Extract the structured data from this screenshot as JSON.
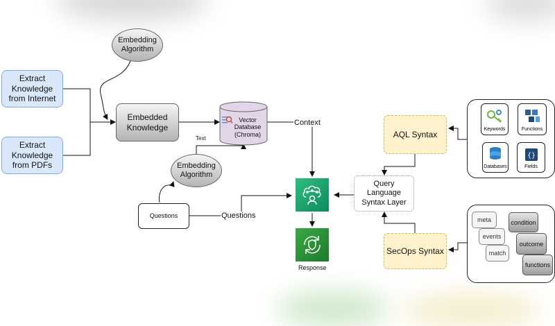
{
  "diagram": {
    "sources": {
      "internet": "Extract Knowledge from Internet",
      "pdfs": "Extract Knowledge from PDFs"
    },
    "embedding_top": "Embedding Algorithm",
    "embedded_knowledge": "Embedded Knowledge",
    "vector_db": [
      "Vector",
      "Database",
      "(Chroma)"
    ],
    "edge_text": "Text",
    "embedding_mid": "Embedding Algorithm",
    "questions_box": "Questions",
    "edge_questions": "Questions",
    "edge_context": "Context",
    "response": "Response",
    "query_layer": "Query Language Syntax Layer",
    "aql_syntax": "AQL Syntax",
    "secops_syntax": "SecOps Syntax",
    "aql_items": [
      "Keywords",
      "Functions",
      "Databases",
      "Fields"
    ],
    "secops_chips": {
      "meta": "meta",
      "events": "events",
      "match": "match",
      "condition": "condition",
      "outcome": "outcome",
      "functions": "functions"
    }
  },
  "colors": {
    "aws_green": "#1b9c6e",
    "aws_green_dark": "#0f7a4c",
    "source_blue": "#dae8fc",
    "syntax_yellow": "#fff2cc",
    "db_purple": "#e1d5e7"
  },
  "icons": {
    "keywords": "key-icon",
    "functions": "cubes-icon",
    "databases": "database-icon",
    "fields": "braces-icon",
    "llm": "brain-cloud-icon",
    "response": "shield-refresh-icon",
    "vector_search": "magnifier-icon"
  }
}
